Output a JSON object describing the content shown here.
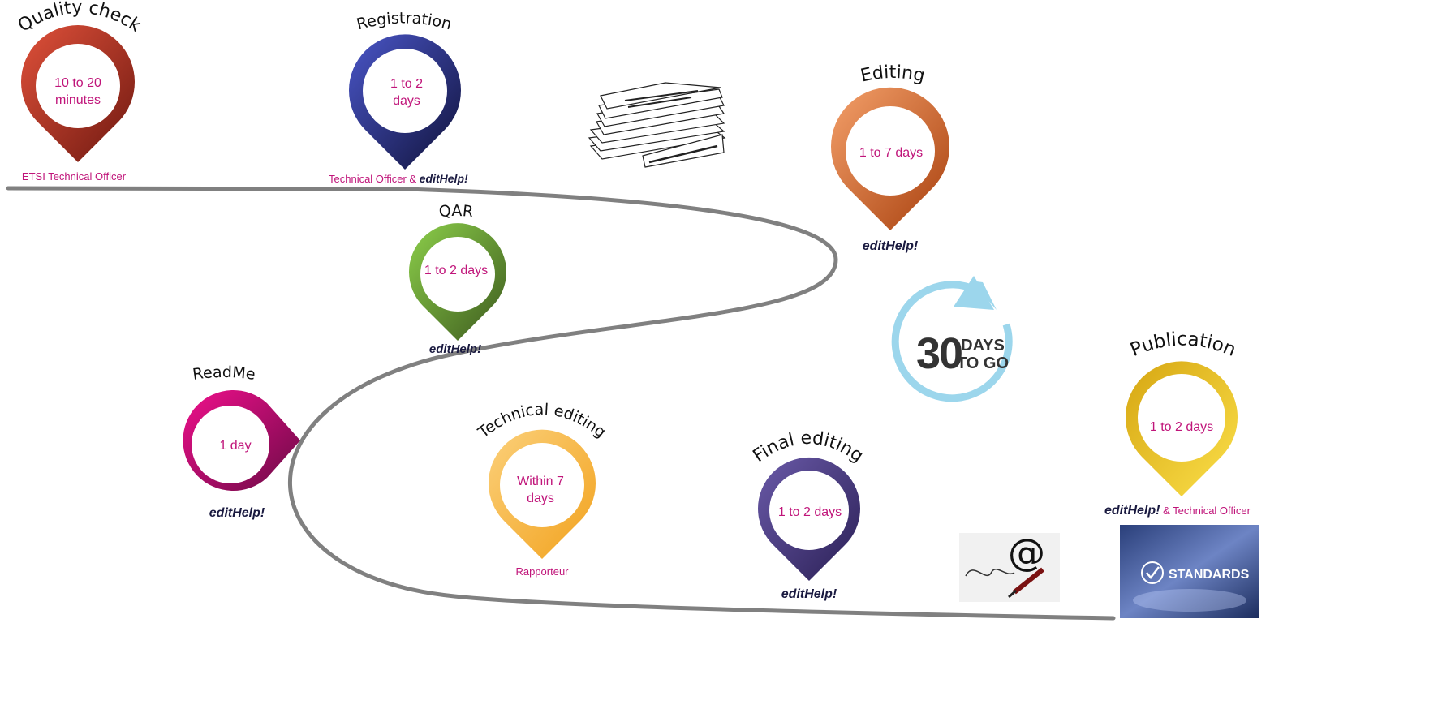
{
  "stages": {
    "quality": {
      "title": "Quality check",
      "line1": "10 to 20",
      "line2": "minutes",
      "actor": "ETSI Technical Officer"
    },
    "registration": {
      "title": "Registration",
      "line1": "1 to 2",
      "line2": "days",
      "actor_prefix": "Technical Officer & ",
      "actor_edit": "editHelp!"
    },
    "editing": {
      "title": "Editing",
      "duration": "1 to 7 days",
      "actor": "editHelp!"
    },
    "qar": {
      "title": "QAR",
      "duration": "1 to 2 days",
      "actor": "editHelp!"
    },
    "readme": {
      "title": "ReadMe",
      "duration": "1 day",
      "actor": "editHelp!"
    },
    "technical": {
      "title": "Technical editing",
      "line1": "Within 7",
      "line2": "days",
      "actor": "Rapporteur"
    },
    "final": {
      "title": "Final editing",
      "duration": "1 to 2 days",
      "actor": "editHelp!"
    },
    "publication": {
      "title": "Publication",
      "duration": "1 to 2 days",
      "actor_edit": "editHelp!",
      "actor_suffix": " & Technical Officer"
    }
  },
  "countdown": {
    "number": "30",
    "line1": "DAYS",
    "line2": "TO GO"
  },
  "standards_label": "STANDARDS",
  "email_symbol": "@",
  "colors": {
    "magenta": "#c0157a",
    "navy": "#1a1a40",
    "road": "#808080",
    "cyan": "#9cd6ec"
  }
}
